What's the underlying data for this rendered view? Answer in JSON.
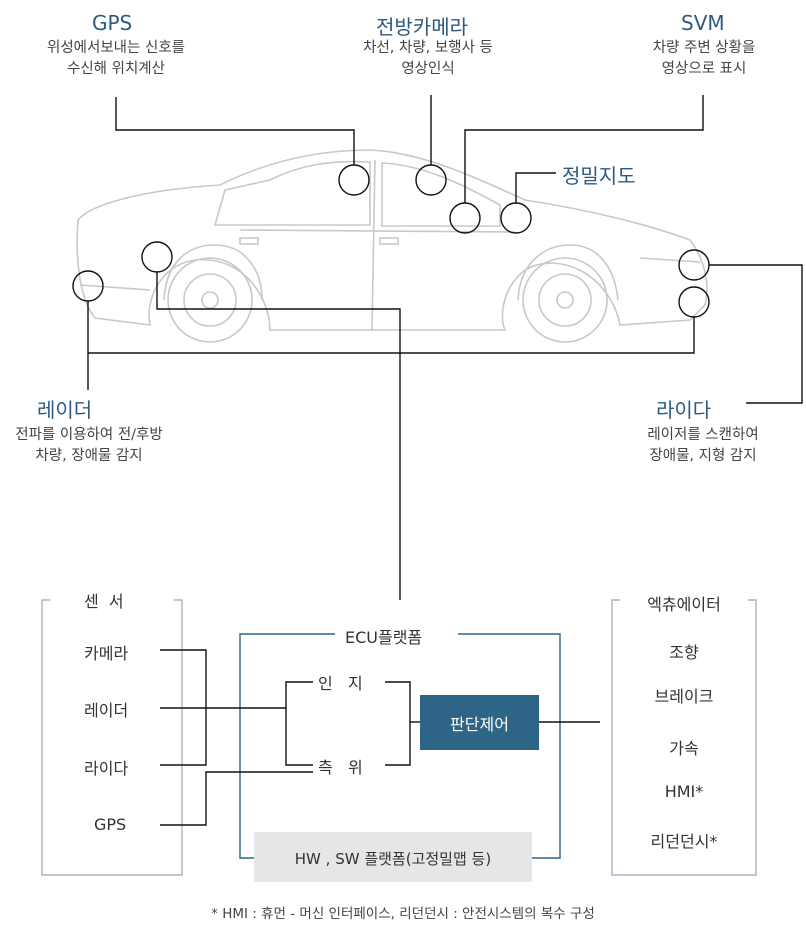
{
  "labels": {
    "gps": {
      "title": "GPS",
      "desc1": "위성에서보내는 신호를",
      "desc2": "수신해 위치계산"
    },
    "camera": {
      "title": "전방카메라",
      "desc1": "차선, 차량, 보행사 등",
      "desc2": "영상인식"
    },
    "svm": {
      "title": "SVM",
      "desc1": "차량 주변 상황을",
      "desc2": "영상으로 표시"
    },
    "hdmap": {
      "title": "정밀지도"
    },
    "radar": {
      "title": "레이더",
      "desc1": "전파를 이용하여 전/후방",
      "desc2": "차량, 장애물 감지"
    },
    "lidar": {
      "title": "라이다",
      "desc1": "레이저를 스캔하여",
      "desc2": "장애물, 지형 감지"
    }
  },
  "sensor_box": {
    "header": "센  서",
    "items": [
      "카메라",
      "레이더",
      "라이다",
      "GPS"
    ]
  },
  "ecu_box": {
    "header": "ECU플랫폼",
    "recognition": "인   지",
    "positioning": "측   위",
    "decision": "판단제어",
    "hwsw": "HW , SW 플랫폼(고정밀맵 등)"
  },
  "actuator_box": {
    "header": "엑츄에이터",
    "items": [
      "조향",
      "브레이크",
      "가속",
      "HMI*",
      "리던던시*"
    ]
  },
  "footnote": "* HMI : 휴먼 - 머신 인터페이스, 리던던시 : 안전시스템의 복수 구성",
  "colors": {
    "accent": "#2c5a80",
    "box": "#2e6587",
    "line": "#111111",
    "panel": "#a8b4c4",
    "hwsw_bg": "#e6e6e6"
  }
}
